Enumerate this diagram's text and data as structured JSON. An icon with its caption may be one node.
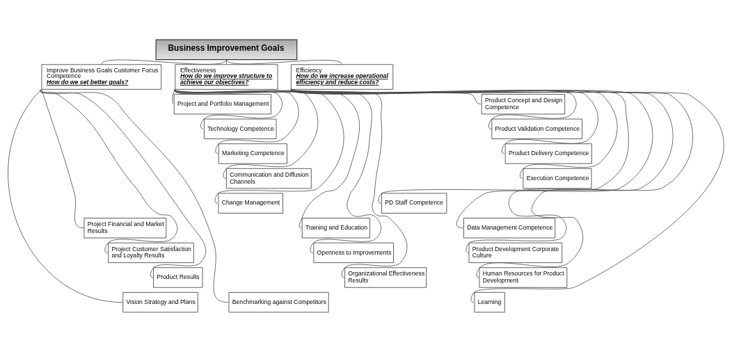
{
  "diagram": {
    "nodes": [
      {
        "text": [
          "Business Improvement Goals"
        ]
      },
      {
        "text": [
          "Improve Business Goals Customer Focus Competence",
          "How do we set better goals?"
        ]
      },
      {
        "text": [
          "Vision Strategy and Plans"
        ]
      },
      {
        "text": [
          "Project Financial and Market Results"
        ]
      },
      {
        "text": [
          "Project Customer Satisfaction and Loyalty Results"
        ]
      },
      {
        "text": [
          "Product Results"
        ]
      },
      {
        "text": [
          "Benchmarking against Competitors"
        ]
      },
      {
        "text": [
          "Effectiveness",
          "How do we improve structure to achieve our objectives?"
        ]
      },
      {
        "text": [
          "Project and Portfolio Management"
        ]
      },
      {
        "text": [
          "Technology Competence"
        ]
      },
      {
        "text": [
          "Marketing Competence"
        ]
      },
      {
        "text": [
          "Communication and Diffusion Channels"
        ]
      },
      {
        "text": [
          "Change Management"
        ]
      },
      {
        "text": [
          "Training and Education"
        ]
      },
      {
        "text": [
          "Openness to Improvements"
        ]
      },
      {
        "text": [
          "Organizational Effectiveness Results"
        ]
      },
      {
        "text": [
          "Efficiency",
          "How do we increase operational efficiency and reduce costs?"
        ]
      },
      {
        "text": [
          "Product Concept and Design Competence"
        ]
      },
      {
        "text": [
          "Product Validation Competence"
        ]
      },
      {
        "text": [
          "Product Delivery Competence"
        ]
      },
      {
        "text": [
          "Execution Competence"
        ]
      },
      {
        "text": [
          "PD Staff Competence"
        ]
      },
      {
        "text": [
          "Data Management Competence"
        ]
      },
      {
        "text": [
          "Product Development Corporate Culture"
        ]
      },
      {
        "text": [
          "Human Resources for Product Development"
        ]
      },
      {
        "text": [
          "Learning"
        ]
      }
    ],
    "edges": [
      {
        "from": 0,
        "to": 1,
        "arrow": "none"
      },
      {
        "from": 0,
        "to": 7,
        "arrow": "none"
      },
      {
        "from": 0,
        "to": 16,
        "arrow": "none"
      },
      {
        "from": 1,
        "to": 2,
        "arrow": "none"
      },
      {
        "from": 1,
        "to": 3,
        "arrow": "none"
      },
      {
        "from": 1,
        "to": 4,
        "arrow": "none"
      },
      {
        "from": 1,
        "to": 5,
        "arrow": "none"
      },
      {
        "from": 1,
        "to": 6,
        "arrow": "none"
      },
      {
        "from": 7,
        "to": 8,
        "arrow": "none"
      },
      {
        "from": 7,
        "to": 9,
        "arrow": "none"
      },
      {
        "from": 7,
        "to": 10,
        "arrow": "none"
      },
      {
        "from": 7,
        "to": 11,
        "arrow": "none"
      },
      {
        "from": 7,
        "to": 12,
        "arrow": "none"
      },
      {
        "from": 7,
        "to": 13,
        "arrow": "none"
      },
      {
        "from": 7,
        "to": 14,
        "arrow": "none"
      },
      {
        "from": 7,
        "to": 15,
        "arrow": "none"
      },
      {
        "from": 16,
        "to": 17,
        "arrow": "none"
      },
      {
        "from": 16,
        "to": 18,
        "arrow": "none"
      },
      {
        "from": 16,
        "to": 19,
        "arrow": "none"
      },
      {
        "from": 16,
        "to": 20,
        "arrow": "none"
      },
      {
        "from": 16,
        "to": 21,
        "arrow": "none"
      },
      {
        "from": 16,
        "to": 22,
        "arrow": "none"
      },
      {
        "from": 16,
        "to": 23,
        "arrow": "none"
      },
      {
        "from": 16,
        "to": 24,
        "arrow": "none"
      },
      {
        "from": 16,
        "to": 25,
        "arrow": "none"
      }
    ]
  }
}
